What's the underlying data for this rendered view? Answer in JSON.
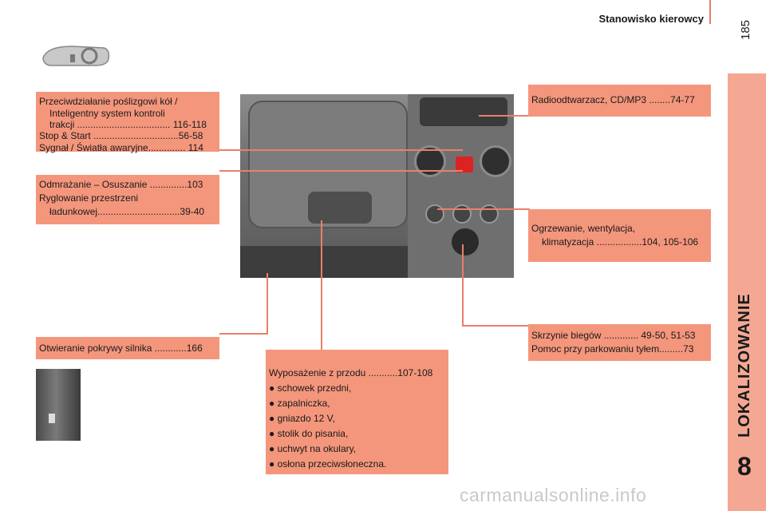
{
  "header": {
    "title": "Stanowisko kierowcy",
    "page_number": "185"
  },
  "chapter": {
    "title": "LOKALIZOWANIE",
    "number": "8"
  },
  "boxes": {
    "traction": {
      "lines": [
        "Przeciwdziałanie poślizgowi kół /",
        "Inteligentny system kontroli",
        "trakcji ................................... 116-118",
        "Stop & Start ................................56-58",
        "Sygnał / Światła awaryjne.............. 114"
      ]
    },
    "demist": {
      "lines": [
        "Odmrażanie – Osuszanie ..............103",
        "Ryglowanie przestrzeni",
        "ładunkowej...............................39-40"
      ]
    },
    "bonnet": {
      "lines": [
        "Otwieranie pokrywy silnika ............166"
      ]
    },
    "radio": {
      "lines": [
        "Radioodtwarzacz, CD/MP3 ........74-77"
      ]
    },
    "heating": {
      "lines": [
        "Ogrzewanie, wentylacja,",
        "klimatyzacja .................104, 105-106"
      ]
    },
    "gearbox": {
      "lines": [
        "Skrzynie biegów ............. 49-50, 51-53",
        "Pomoc przy parkowaniu tyłem.........73"
      ]
    },
    "equipment": {
      "lines": [
        "Wyposażenie z przodu ...........107-108",
        "● schowek przedni,",
        "● zapalniczka,",
        "● gniazdo 12 V,",
        "● stolik do pisania,",
        "● uchwyt na okulary,",
        "● osłona przeciwsłoneczna."
      ]
    }
  },
  "images": {
    "dashboard_photo": "dashboard-center-console-photo",
    "top_thumb": "driver-dashboard-icon",
    "bottom_thumb": "bonnet-release-handle-photo"
  },
  "colors": {
    "box": "#f4967c",
    "band": "#f4a893",
    "lines": "#e8806a"
  },
  "watermark": "carmanualsonline.info"
}
